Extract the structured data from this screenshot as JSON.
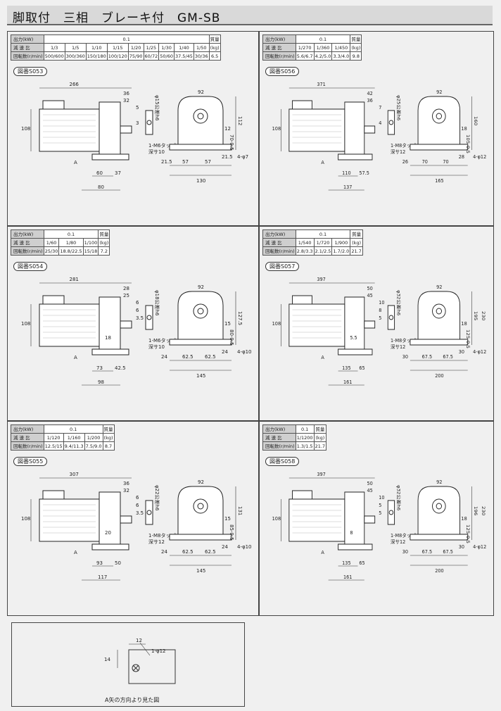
{
  "title": "脚取付　三相　ブレーキ付　GM-SB",
  "labels": {
    "output": "出力(kW)",
    "ratio": "減 速 比",
    "speed": "回転数(r/min)",
    "mass": "質量",
    "kg": "(kg)"
  },
  "panels": [
    {
      "id": "S053",
      "fig": "図番S053",
      "power": "0.1",
      "ratios": [
        "1/3",
        "1/5",
        "1/10",
        "1/15",
        "1/20",
        "1/25",
        "1/30",
        "1/40",
        "1/50"
      ],
      "speeds": [
        "500/600",
        "300/360",
        "150/180",
        "100/120",
        "75/90",
        "60/72",
        "50/60",
        "37.5/45",
        "30/36"
      ],
      "mass": "6.5",
      "dims": {
        "d1": "266",
        "d2": "36",
        "d3": "32",
        "d4": "92",
        "d5": "108",
        "d6": "φ15公差h6",
        "d7": "5",
        "d8": "3",
        "d9": "1-M6タップ",
        "d10": "深サ10",
        "d11": "60",
        "d12": "37",
        "d13": "80",
        "d14": "21.5",
        "d15": "57",
        "d16": "57",
        "d17": "21.5",
        "d18": "130",
        "d19": "4-φ7",
        "d20": "12",
        "d21": "70-0.5",
        "d22": "112",
        "d23": "A"
      }
    },
    {
      "id": "S056",
      "fig": "図番S056",
      "power": "0.1",
      "ratios": [
        "1/270",
        "1/360",
        "1/450"
      ],
      "speeds": [
        "5.6/6.7",
        "4.2/5.0",
        "3.3/4.0"
      ],
      "mass": "9.8",
      "dims": {
        "d1": "371",
        "d2": "42",
        "d3": "36",
        "d4": "92",
        "d5": "108",
        "d6": "φ25公差h6",
        "d7": "7",
        "d8": "4",
        "d9": "1-M8タップ",
        "d10": "深サ12",
        "d11": "110",
        "d12": "57.5",
        "d13": "137",
        "d14": "26",
        "d15": "70",
        "d16": "70",
        "d17": "28",
        "d18": "165",
        "d19": "4-φ12",
        "d20": "18",
        "d21": "105-0.5",
        "d22": "160",
        "d23": "A"
      }
    },
    {
      "id": "S054",
      "fig": "図番S054",
      "power": "0.1",
      "ratios": [
        "1/60",
        "1/80",
        "1/100"
      ],
      "speeds": [
        "25/30",
        "18.8/22.5",
        "15/18"
      ],
      "mass": "7.2",
      "dims": {
        "d1": "281",
        "d2": "28",
        "d3": "25",
        "d4": "92",
        "d5": "108",
        "d6": "φ18公差h6",
        "d7": "6",
        "d8": "3.5",
        "d9": "1-M6タップ",
        "d10": "深サ10",
        "d11": "73",
        "d12": "42.5",
        "d13": "98",
        "d14": "24",
        "d15": "62.5",
        "d16": "62.5",
        "d17": "24",
        "d18": "145",
        "d19": "4-φ10",
        "d20": "15",
        "d21": "80-0.5",
        "d22": "127.5",
        "d23": "A",
        "d24": "18",
        "d25": "6"
      }
    },
    {
      "id": "S057",
      "fig": "図番S057",
      "power": "0.1",
      "ratios": [
        "1/540",
        "1/720",
        "1/900"
      ],
      "speeds": [
        "2.8/3.3",
        "2.1/2.5",
        "1.7/2.0"
      ],
      "mass": "21.7",
      "dims": {
        "d1": "397",
        "d2": "50",
        "d3": "45",
        "d4": "92",
        "d5": "108",
        "d6": "φ32公差h6",
        "d7": "10",
        "d8": "5",
        "d9": "1-M8タップ",
        "d10": "深サ12",
        "d11": "135",
        "d12": "65",
        "d13": "161",
        "d14": "30",
        "d15": "67.5",
        "d16": "67.5",
        "d17": "30",
        "d18": "200",
        "d19": "4-φ12",
        "d20": "18",
        "d21": "125-0.5",
        "d22": "195",
        "d23": "A",
        "d24": "5.5",
        "d25": "8",
        "d26": "230"
      }
    },
    {
      "id": "S055",
      "fig": "図番S055",
      "power": "0.1",
      "ratios": [
        "1/120",
        "1/160",
        "1/200"
      ],
      "speeds": [
        "12.5/15",
        "9.4/11.3",
        "7.5/9.0"
      ],
      "mass": "8.7",
      "dims": {
        "d1": "307",
        "d2": "36",
        "d3": "32",
        "d4": "92",
        "d5": "108",
        "d6": "φ22公差h6",
        "d7": "6",
        "d8": "3.5",
        "d9": "1-M8タップ",
        "d10": "深サ12",
        "d11": "93",
        "d12": "50",
        "d13": "117",
        "d14": "24",
        "d15": "62.5",
        "d16": "62.5",
        "d17": "24",
        "d18": "145",
        "d19": "4-φ10",
        "d20": "15",
        "d21": "85-0.5",
        "d22": "131",
        "d23": "A",
        "d24": "20",
        "d25": "6"
      }
    },
    {
      "id": "S058",
      "fig": "図番S058",
      "power": "0.1",
      "ratios": [
        "1/1200"
      ],
      "speeds": [
        "1.3/1.5"
      ],
      "mass": "21.7",
      "dims": {
        "d1": "397",
        "d2": "50",
        "d3": "45",
        "d4": "92",
        "d5": "108",
        "d6": "φ32公差h6",
        "d7": "10",
        "d8": "5",
        "d9": "1-M8タップ",
        "d10": "深サ12",
        "d11": "135",
        "d12": "65",
        "d13": "161",
        "d14": "30",
        "d15": "67.5",
        "d16": "67.5",
        "d17": "30",
        "d18": "200",
        "d19": "4-φ12",
        "d20": "18",
        "d21": "125-0.5",
        "d22": "196",
        "d23": "A",
        "d24": "8",
        "d25": "5",
        "d26": "230"
      }
    }
  ],
  "detail": {
    "d1": "12",
    "d2": "1-φ12",
    "d3": "14",
    "caption": "A矢の方向より見た図"
  }
}
